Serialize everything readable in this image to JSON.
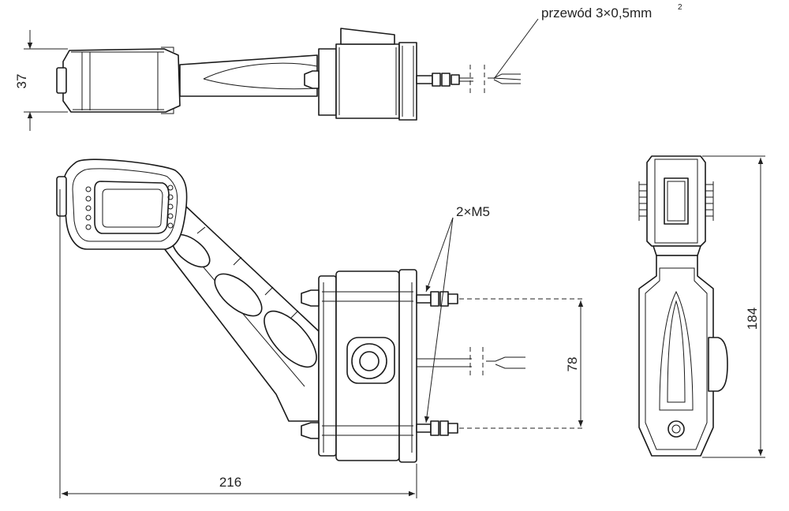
{
  "dimensions": {
    "height_side": "37",
    "width_total": "216",
    "bolt_spacing": "78",
    "height_total": "184"
  },
  "annotations": {
    "wire": "przewód 3×0,5mm",
    "wire_sup": "2",
    "bolts": "2×M5"
  }
}
